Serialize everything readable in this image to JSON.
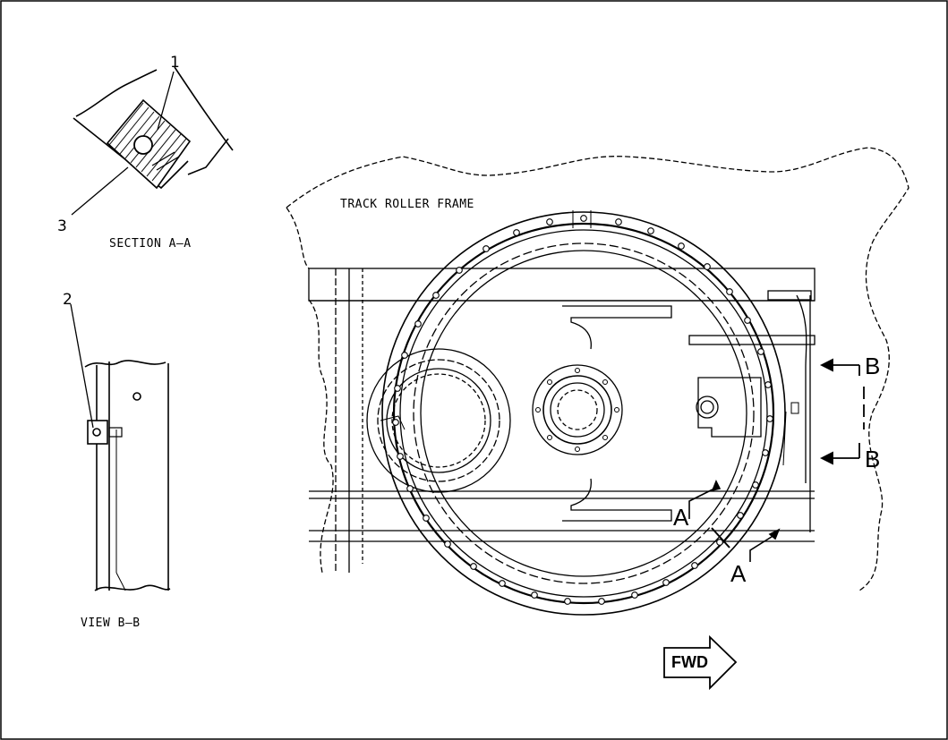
{
  "labels": {
    "track_roller_frame": "TRACK ROLLER FRAME",
    "section_aa": "SECTION A–A",
    "view_bb": "VIEW B–B",
    "callout_1": "1",
    "callout_2": "2",
    "callout_3": "3",
    "section_letter_a": "A",
    "view_letter_b": "B",
    "forward": "FWD"
  },
  "colors": {
    "line": "#000000",
    "background": "#ffffff"
  }
}
